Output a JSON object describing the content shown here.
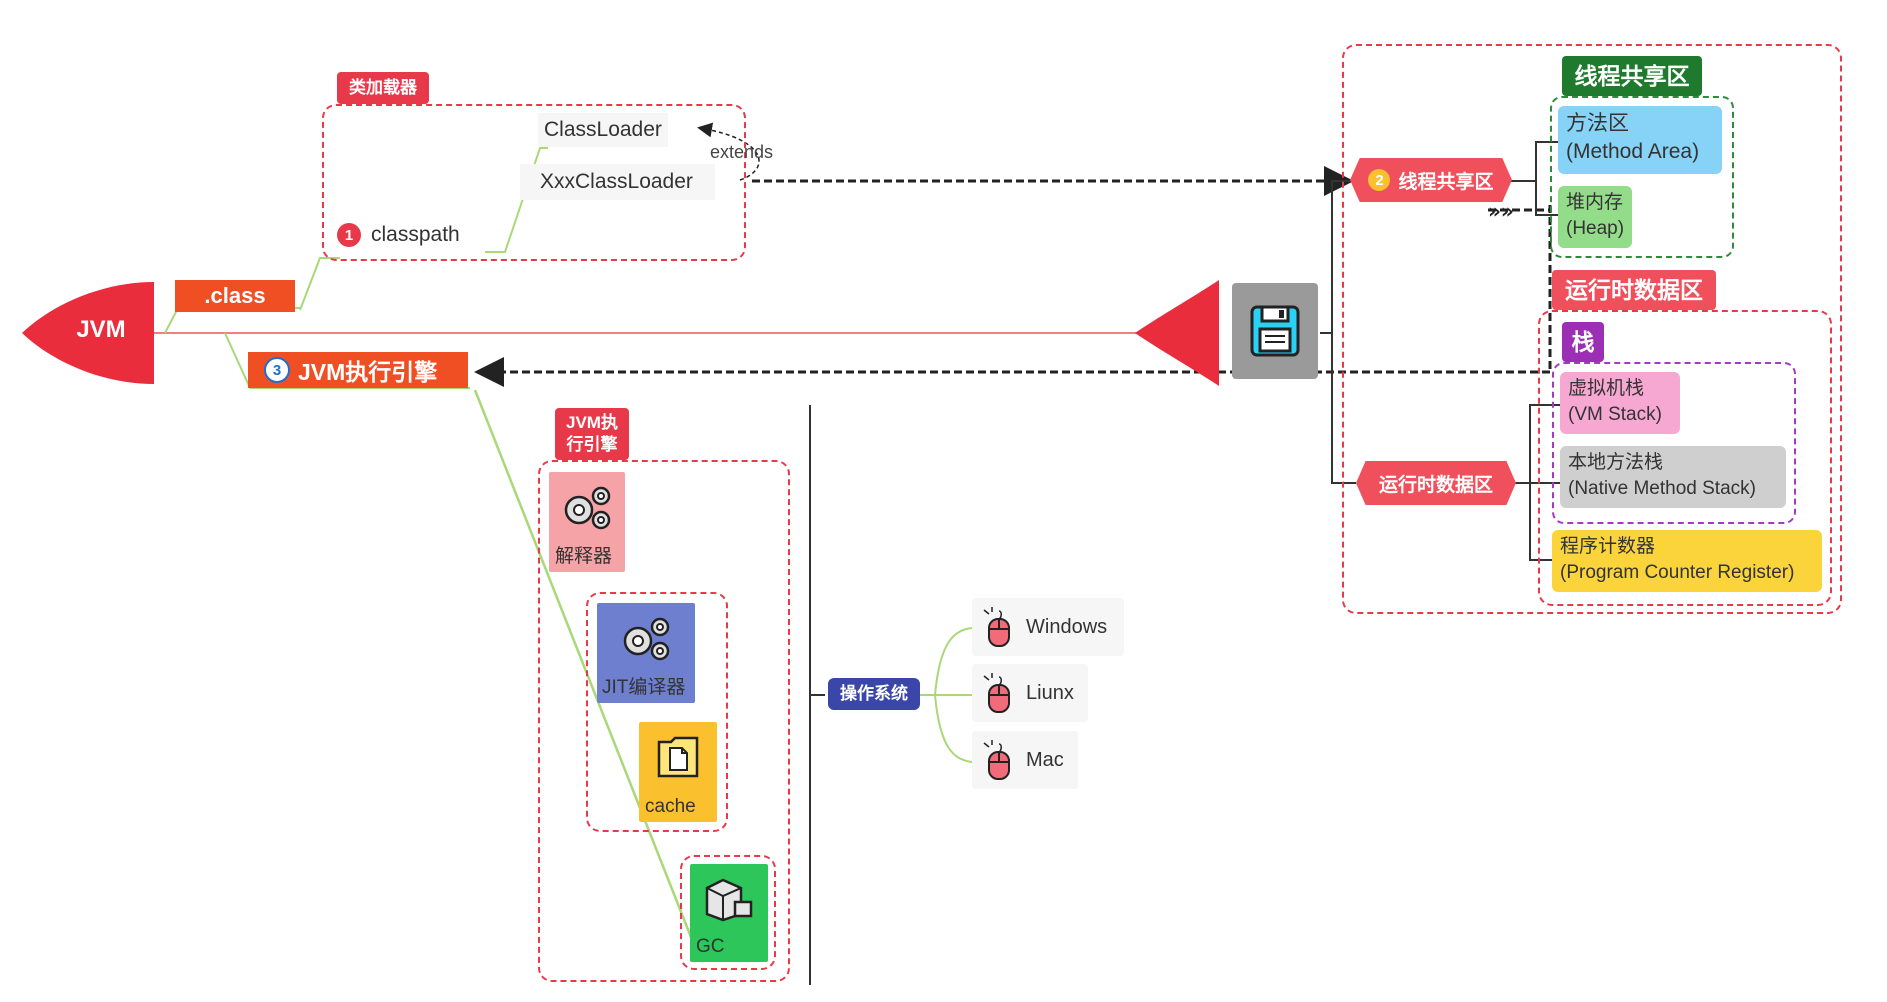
{
  "jvm": {
    "label": "JVM"
  },
  "class_file": {
    "label": ".class"
  },
  "class_loader": {
    "tag": "类加载器",
    "number": "1",
    "classpath": "classpath",
    "classloader": "ClassLoader",
    "xxx_classloader": "XxxClassLoader",
    "extends": "extends"
  },
  "shared_area": {
    "tag": "线程共享区",
    "node_number": "2",
    "node_label": "线程共享区",
    "method_area": {
      "line1": "方法区",
      "line2": "(Method Area)"
    },
    "heap": {
      "line1": "堆内存",
      "line2": "(Heap)"
    }
  },
  "runtime_area": {
    "tag": "运行时数据区",
    "node_label": "运行时数据区",
    "stack_tag": "栈",
    "vm_stack": {
      "line1": "虚拟机栈",
      "line2": "(VM Stack)"
    },
    "native_stack": {
      "line1": "本地方法栈",
      "line2": "(Native Method Stack)"
    },
    "pc_register": {
      "line1": "程序计数器",
      "line2": "(Program Counter Register)"
    }
  },
  "engine": {
    "number": "3",
    "label": "JVM执行引擎",
    "tag": "JVM执\n行引擎",
    "interpreter": "解释器",
    "jit": "JIT编译器",
    "cache": "cache",
    "gc": "GC"
  },
  "os": {
    "label": "操作系统",
    "items": [
      "Windows",
      "Liunx",
      "Mac"
    ]
  },
  "icons": {
    "save": "floppy-disk-icon",
    "gears": "gears-icon",
    "file": "folder-file-icon",
    "cube": "cube-icon",
    "mouse": "mouse-icon"
  },
  "colors": {
    "red": "#e8394a",
    "orange": "#f04e23",
    "green_dark": "#1f7a2e",
    "purple": "#9b30b5",
    "blue_dark": "#3a47a8",
    "method_area": "#87d3f8",
    "heap": "#92dc8a",
    "vm_stack": "#f7a8d2",
    "native_stack": "#cfcfcf",
    "pc": "#fbd43c"
  }
}
